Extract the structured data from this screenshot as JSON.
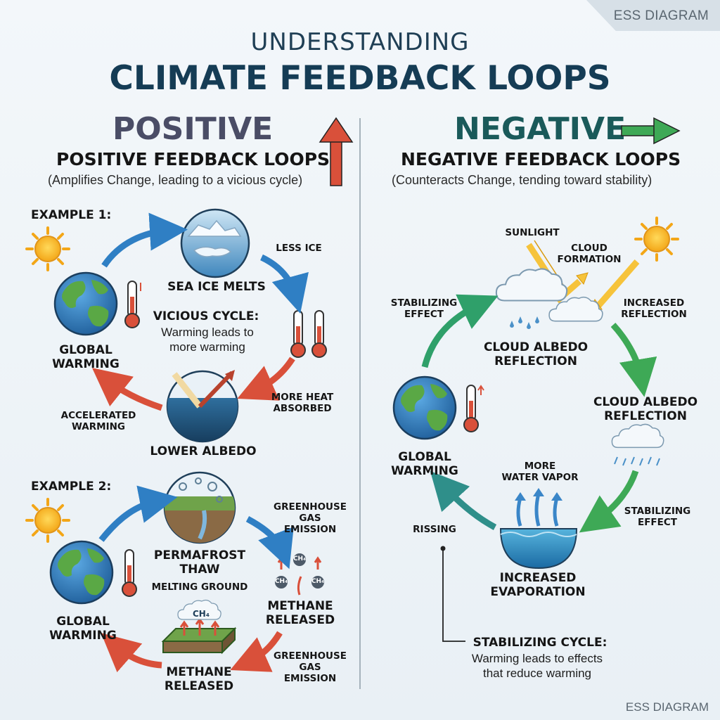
{
  "corner_tag": "ESS DIAGRAM",
  "footer_tag": "ESS DIAGRAM",
  "header": {
    "subtitle": "UNDERSTANDING",
    "title": "CLIMATE FEEDBACK LOOPS"
  },
  "positive": {
    "big_word": "POSITIVE",
    "title": "POSITIVE FEEDBACK LOOPS",
    "subtitle": "(Amplifies Change, leading to a vicious cycle)",
    "example1": {
      "label": "EXAMPLE 1:",
      "sea_ice": "SEA ICE MELTS",
      "less_ice": "LESS ICE",
      "global_warming": "GLOBAL\nWARMING",
      "vicious_title": "VICIOUS CYCLE:",
      "vicious_text": "Warming leads to\nmore warming",
      "more_heat": "MORE HEAT\nABSORBED",
      "accelerated": "ACCELERATED\nWARMING",
      "lower_albedo": "LOWER ALBEDO"
    },
    "example2": {
      "label": "EXAMPLE 2:",
      "permafrost": "PERMAFROST\nTHAW",
      "melting_ground": "MELTING GROUND",
      "ghg_top": "GREENHOUSE\nGAS EMISSION",
      "methane_right": "METHANE\nRELEASED",
      "ghg_bottom": "GREENHOUSE\nGAS EMISSION",
      "methane_bottom": "METHANE\nRELEASED",
      "global_warming": "GLOBAL\nWARMING",
      "ch4": "CH₄"
    }
  },
  "negative": {
    "big_word": "NEGATIVE",
    "title": "NEGATIVE FEEDBACK LOOPS",
    "subtitle": "(Counteracts Change, tending toward stability)",
    "sunlight": "SUNLIGHT",
    "cloud_formation": "CLOUD\nFORMATION",
    "stabilizing_top": "STABILIZING\nEFFECT",
    "increased_reflection": "INCREASED\nREFLECTION",
    "cloud_albedo_top": "CLOUD ALBEDO\nREFLECTION",
    "cloud_albedo_right": "CLOUD ALBEDO\nREFLECTION",
    "global_warming": "GLOBAL\nWARMING",
    "more_water_vapor": "MORE\nWATER VAPOR",
    "stabilizing_right": "STABILIZING\nEFFECT",
    "rissing": "RISSING",
    "increased_evaporation": "INCREASED\nEVAPORATION",
    "stabilizing_cycle_title": "STABILIZING CYCLE:",
    "stabilizing_cycle_text": "Warming leads to effects\nthat reduce warming"
  },
  "colors": {
    "blue_arrow": "#3a86c8",
    "red_arrow": "#d9503a",
    "green_arrow": "#3ea956",
    "teal_arrow": "#2f8f8a",
    "sun": "#f6b21b",
    "earth_ocean": "#2f7fc1",
    "earth_land": "#5aa845"
  },
  "icons": [
    "sun-icon",
    "earth-icon",
    "thermometer-icon",
    "ice-floe-icon",
    "ocean-icon",
    "permafrost-icon",
    "methane-molecule-icon",
    "cloud-icon",
    "evaporation-icon"
  ]
}
